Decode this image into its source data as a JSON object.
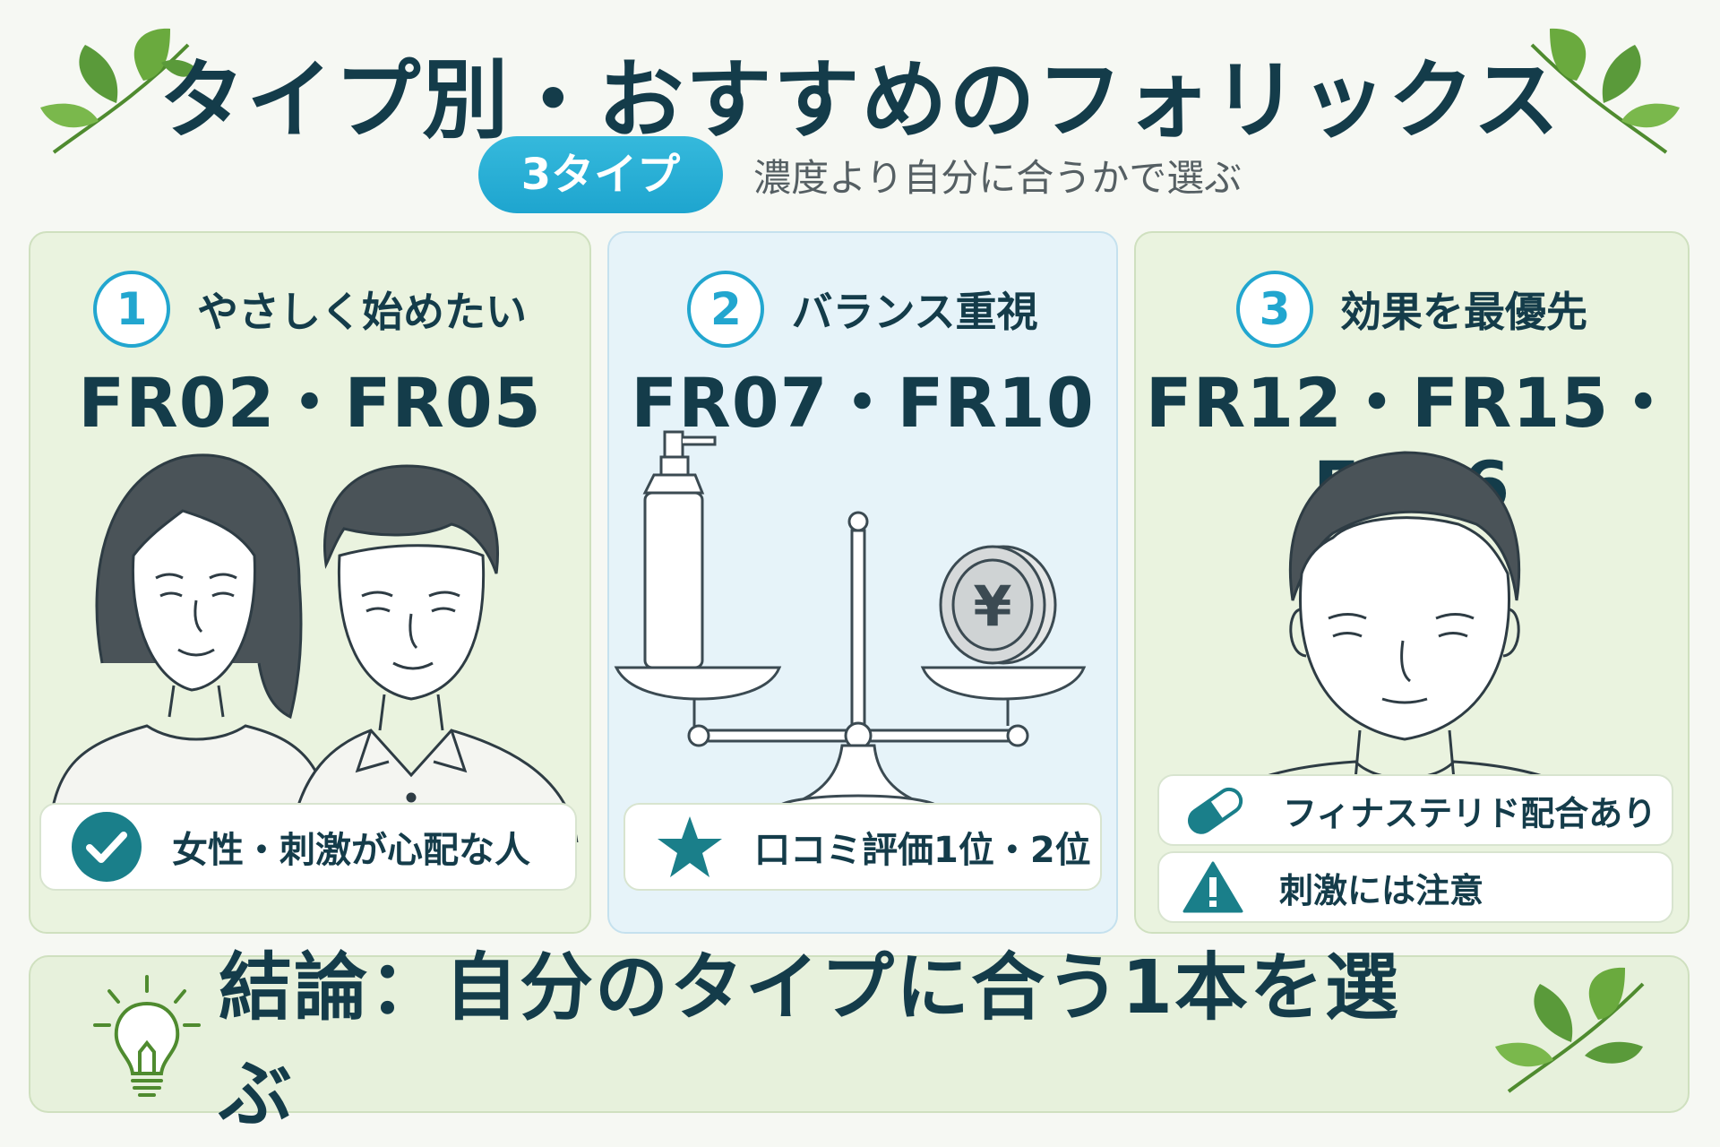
{
  "header": {
    "title": "タイプ別・おすすめのフォリックス",
    "badge": "3タイプ",
    "subtitle": "濃度より自分に合うかで選ぶ"
  },
  "cards": [
    {
      "number": "1",
      "title": "やさしく始めたい",
      "models": "FR02・FR05",
      "points": [
        {
          "icon": "check-circle-icon",
          "text": "女性・刺激が心配な人"
        }
      ]
    },
    {
      "number": "2",
      "title": "バランス重視",
      "models": "FR07・FR10",
      "points": [
        {
          "icon": "star-icon",
          "text": "口コミ評価1位・2位"
        }
      ]
    },
    {
      "number": "3",
      "title": "効果を最優先",
      "models": "FR12・FR15・FR16",
      "points": [
        {
          "icon": "capsule-icon",
          "text": "フィナステリド配合あり"
        },
        {
          "icon": "warning-icon",
          "text": "刺激には注意"
        }
      ]
    }
  ],
  "footer": {
    "icon": "lightbulb-icon",
    "conclusion": "結論：自分のタイプに合う1本を選ぶ"
  },
  "colors": {
    "accent": "#22a6cf",
    "teal": "#1a7f8a",
    "text": "#143c4a",
    "card_green": "#eaf3df",
    "card_blue": "#e6f3f9",
    "leaf": "#5a9a3a"
  }
}
